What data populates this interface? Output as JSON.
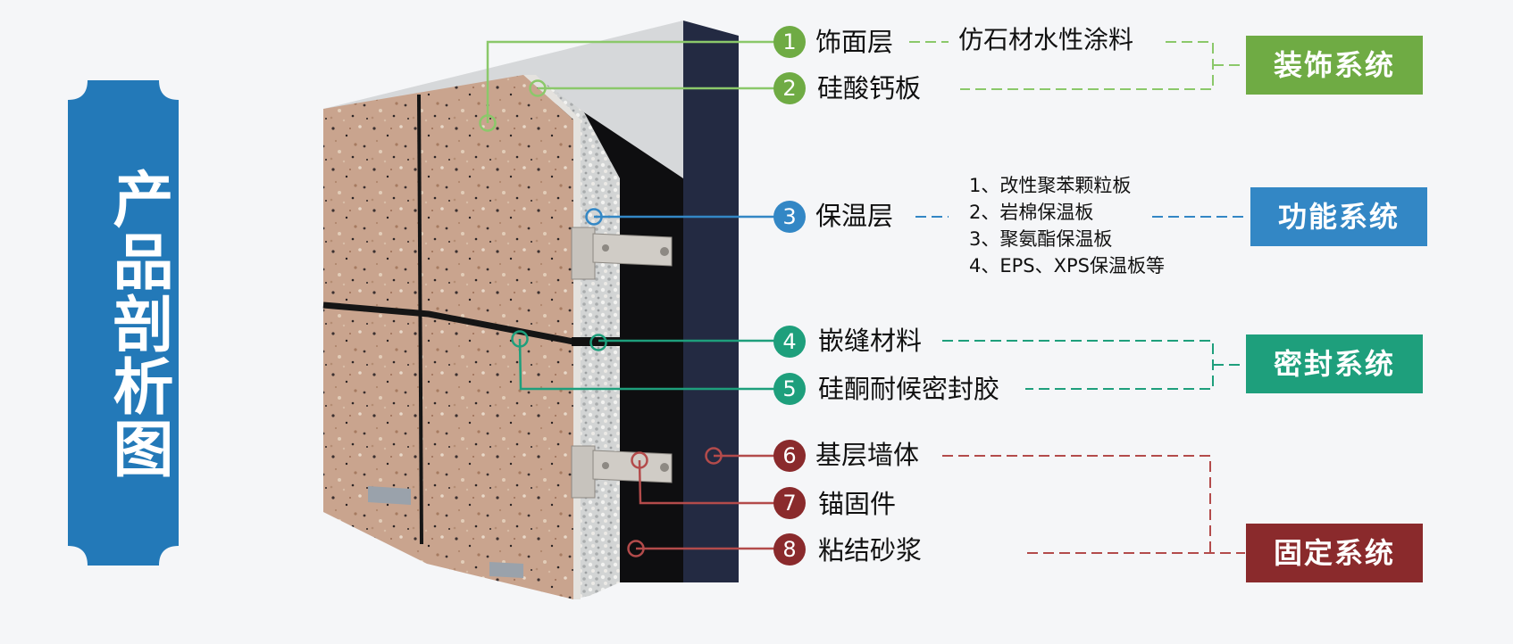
{
  "title": "产品剖析图",
  "colors": {
    "banner": "#2379b8",
    "decor": "#6fab44",
    "function": "#3387c5",
    "seal": "#1e9f7c",
    "fixing": "#8a2a2c",
    "wall": "#232a42"
  },
  "layers": [
    {
      "num": "1",
      "label": "饰面层",
      "detail": "仿石材水性涂料"
    },
    {
      "num": "2",
      "label": "硅酸钙板"
    },
    {
      "num": "3",
      "label": "保温层"
    },
    {
      "num": "4",
      "label": "嵌缝材料"
    },
    {
      "num": "5",
      "label": "硅酮耐候密封胶"
    },
    {
      "num": "6",
      "label": "基层墙体"
    },
    {
      "num": "7",
      "label": "锚固件"
    },
    {
      "num": "8",
      "label": "粘结砂浆"
    }
  ],
  "insulation_options": [
    "1、改性聚苯颗粒板",
    "2、岩棉保温板",
    "3、聚氨酯保温板",
    "4、EPS、XPS保温板等"
  ],
  "systems": {
    "decor": "装饰系统",
    "function": "功能系统",
    "seal": "密封系统",
    "fixing": "固定系统"
  }
}
